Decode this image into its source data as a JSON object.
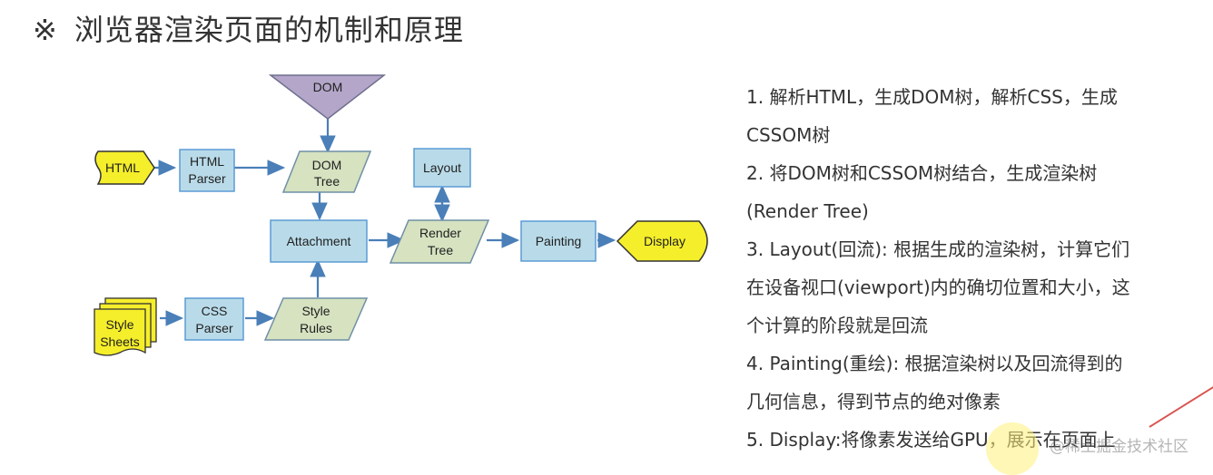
{
  "title": {
    "mark": "※",
    "text": "浏览器渲染页面的机制和原理"
  },
  "diagram": {
    "nodes": {
      "dom": "DOM",
      "html": "HTML",
      "html_parser": [
        "HTML",
        "Parser"
      ],
      "dom_tree": [
        "DOM",
        "Tree"
      ],
      "layout": "Layout",
      "attachment": "Attachment",
      "render_tree": [
        "Render",
        "Tree"
      ],
      "painting": "Painting",
      "display": "Display",
      "style_sheets": [
        "Style",
        "Sheets"
      ],
      "css_parser": [
        "CSS",
        "Parser"
      ],
      "style_rules": [
        "Style",
        "Rules"
      ]
    },
    "colors": {
      "box_fill": "#b9dbe9",
      "box_stroke": "#5b9bd5",
      "para_fill": "#d6e2c0",
      "para_stroke": "#6f8fa6",
      "doc_fill": "#f5ee2b",
      "dom_fill": "#b4a6c9",
      "arrow": "#4a7fb8"
    }
  },
  "steps": [
    "1. 解析HTML，生成DOM树，解析CSS，生成",
    "CSSOM树",
    "2. 将DOM树和CSSOM树结合，生成渲染树",
    "(Render Tree)",
    "3. Layout(回流): 根据生成的渲染树，计算它们",
    "在设备视口(viewport)内的确切位置和大小，这",
    "个计算的阶段就是回流",
    "4. Painting(重绘): 根据渲染树以及回流得到的",
    "几何信息，得到节点的绝对像素",
    "5. Display:将像素发送给GPU，展示在页面上"
  ],
  "watermark": "@稀土掘金技术社区"
}
